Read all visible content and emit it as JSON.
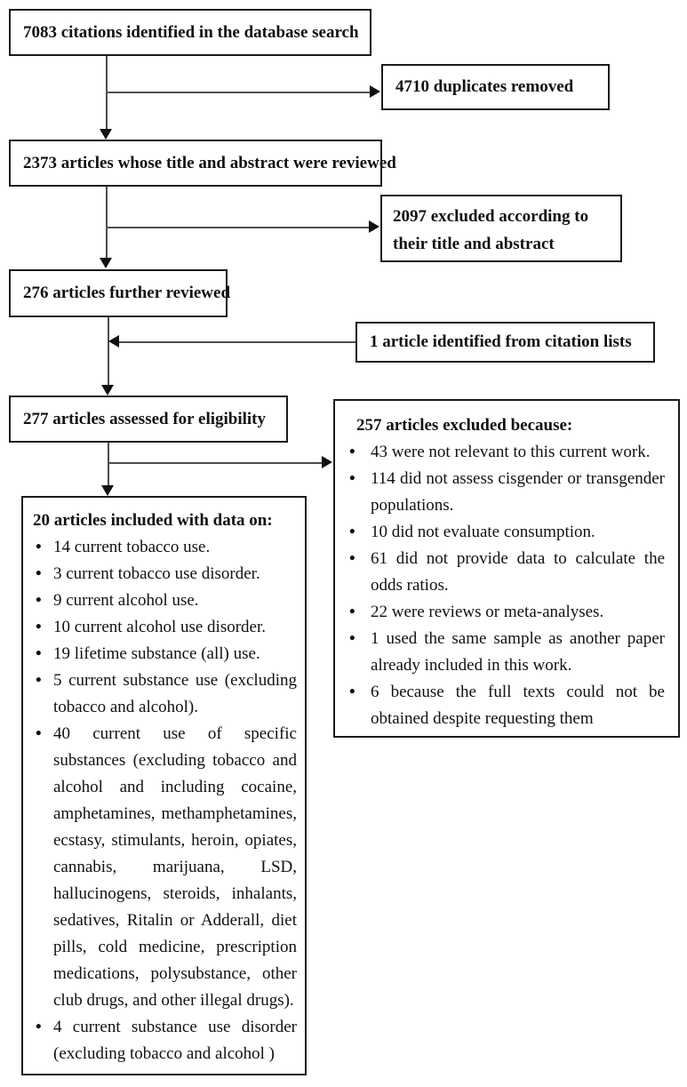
{
  "flow": {
    "citations": "7083 citations identified in the database search",
    "duplicates": "4710 duplicates removed",
    "title_abstract_reviewed": "2373 articles whose title and abstract were reviewed",
    "excluded_title_abstract": "2097 excluded according to their title and abstract",
    "further_reviewed": "276 articles further reviewed",
    "citation_lists": "1 article identified from citation lists",
    "eligibility": "277 articles assessed for eligibility",
    "excluded": {
      "header": "257 articles excluded because:",
      "items": [
        "43 were not relevant to this current work.",
        "114 did not assess cisgender or transgender populations.",
        "10 did not evaluate consumption.",
        "61 did not provide data to calculate the odds ratios.",
        "22 were reviews or meta-analyses.",
        "1 used the same sample as another paper already included in this work.",
        "6 because the full texts could not be obtained despite requesting them"
      ]
    },
    "included": {
      "header": "20 articles included with data on:",
      "items": [
        "14 current tobacco use.",
        "3 current tobacco use disorder.",
        "9 current alcohol use.",
        "10 current alcohol use disorder.",
        "19 lifetime substance (all) use.",
        "5 current substance use (excluding tobacco and alcohol).",
        "40 current use of specific substances (excluding tobacco and alcohol and including cocaine, amphetamines, methamphetamines, ecstasy, stimulants, heroin, opiates, cannabis, marijuana, LSD, hallucinogens, steroids, inhalants, sedatives, Ritalin or Adderall, diet pills, cold medicine, prescription medications, polysubstance, other club drugs, and other illegal drugs).",
        "4 current substance use disorder (excluding tobacco and alcohol )"
      ]
    }
  },
  "colors": {
    "background": "#ffffff",
    "box_border": "#1b1b1b",
    "connector": "#4d4d4d",
    "text": "#111111"
  }
}
